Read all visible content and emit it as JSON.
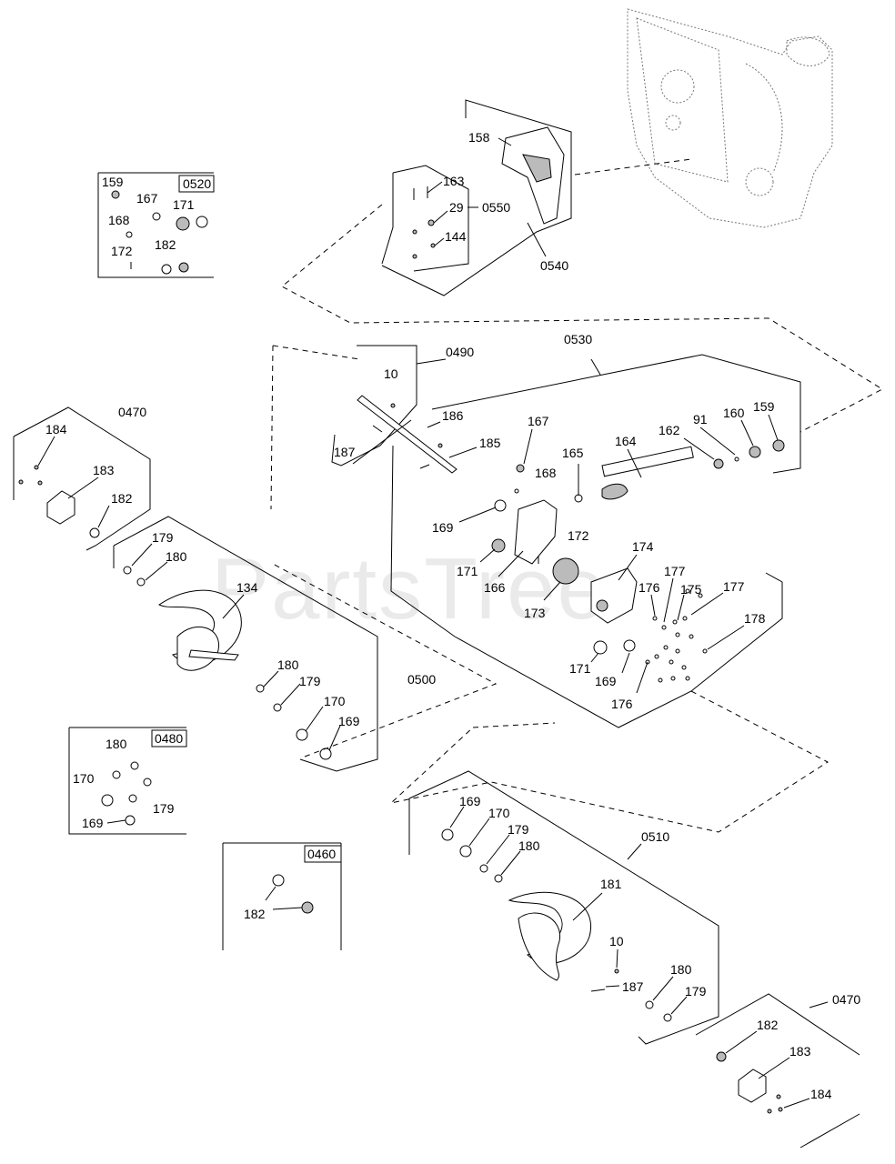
{
  "watermark": "PartsTree",
  "labels": {
    "l158": "158",
    "l163": "163",
    "l29": "29",
    "l0550": "0550",
    "l144": "144",
    "l0540": "0540",
    "b0520": "0520",
    "b159": "159",
    "b167": "167",
    "b171": "171",
    "b168": "168",
    "b172": "172",
    "b182": "182",
    "l0490": "0490",
    "l0530": "0530",
    "l10a": "10",
    "l186": "186",
    "l187a": "187",
    "l185": "185",
    "l167": "167",
    "l168": "168",
    "l165": "165",
    "l164": "164",
    "l162": "162",
    "l91": "91",
    "l160": "160",
    "l159": "159",
    "l169a": "169",
    "l172": "172",
    "l171a": "171",
    "l166": "166",
    "l173": "173",
    "l174": "174",
    "l176a": "176",
    "l177a": "177",
    "l175": "175",
    "l177b": "177",
    "l178": "178",
    "l171b": "171",
    "l169b": "169",
    "l176b": "176",
    "l0470a": "0470",
    "l184a": "184",
    "l183a": "183",
    "l182a": "182",
    "l179a": "179",
    "l180a": "180",
    "l134": "134",
    "l0500": "0500",
    "l180b": "180",
    "l179b": "179",
    "l170a": "170",
    "l169c": "169",
    "b0480": "0480",
    "b180": "180",
    "b170": "170",
    "b179": "179",
    "b169": "169",
    "b0460": "0460",
    "b182b": "182",
    "l169d": "169",
    "l170b": "170",
    "l179c": "179",
    "l180c": "180",
    "l0510": "0510",
    "l181": "181",
    "l10b": "10",
    "l187b": "187",
    "l180d": "180",
    "l179d": "179",
    "l0470b": "0470",
    "l182b": "182",
    "l183b": "183",
    "l184b": "184"
  }
}
